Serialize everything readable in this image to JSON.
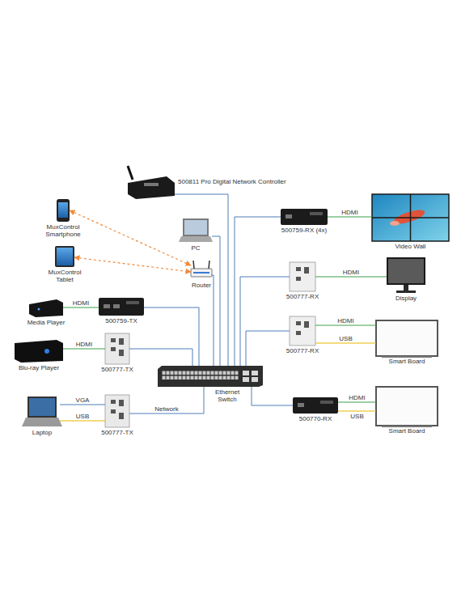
{
  "diagram": {
    "nodes": [
      {
        "text": [
          "500811 Pro Digital Network Controller"
        ]
      },
      {
        "text": [
          "MuxControl Smartphone"
        ]
      },
      {
        "text": [
          "MuxControl Tablet"
        ]
      },
      {
        "text": [
          "PC"
        ]
      },
      {
        "text": [
          "Router"
        ]
      },
      {
        "text": [
          "Media Player"
        ]
      },
      {
        "text": [
          "500759-TX"
        ]
      },
      {
        "text": [
          "Blu-ray Player"
        ]
      },
      {
        "text": [
          "500777-TX"
        ]
      },
      {
        "text": [
          "Laptop"
        ]
      },
      {
        "text": [
          "500777-TX"
        ]
      },
      {
        "text": [
          "Ethernet Switch"
        ]
      },
      {
        "text": [
          "500759-RX (4x)"
        ]
      },
      {
        "text": [
          "Video Wall"
        ]
      },
      {
        "text": [
          "500777-RX"
        ]
      },
      {
        "text": [
          "Display"
        ]
      },
      {
        "text": [
          "500777-RX"
        ]
      },
      {
        "text": [
          "Smart Board"
        ]
      },
      {
        "text": [
          "500770-RX"
        ]
      },
      {
        "text": [
          "Smart Board"
        ]
      }
    ],
    "edges": [
      {
        "from": 0,
        "to": 11,
        "arrow": "none"
      },
      {
        "from": 3,
        "to": 11,
        "arrow": "none"
      },
      {
        "from": 4,
        "to": 11,
        "arrow": "none"
      },
      {
        "from": 1,
        "to": 4,
        "arrow": "both"
      },
      {
        "from": 2,
        "to": 4,
        "arrow": "both"
      },
      {
        "from": 5,
        "to": 6,
        "label": "HDMI",
        "arrow": "none"
      },
      {
        "from": 6,
        "to": 11,
        "arrow": "none"
      },
      {
        "from": 7,
        "to": 8,
        "label": "HDMI",
        "arrow": "none"
      },
      {
        "from": 8,
        "to": 11,
        "arrow": "none"
      },
      {
        "from": 9,
        "to": 10,
        "label": "VGA",
        "arrow": "none"
      },
      {
        "from": 9,
        "to": 10,
        "label": "USB",
        "arrow": "none"
      },
      {
        "from": 10,
        "to": 11,
        "label": "Network",
        "arrow": "none"
      },
      {
        "from": 11,
        "to": 12,
        "arrow": "none"
      },
      {
        "from": 12,
        "to": 13,
        "label": "HDMI",
        "arrow": "none"
      },
      {
        "from": 11,
        "to": 14,
        "arrow": "none"
      },
      {
        "from": 14,
        "to": 15,
        "label": "HDMI",
        "arrow": "none"
      },
      {
        "from": 11,
        "to": 16,
        "arrow": "none"
      },
      {
        "from": 16,
        "to": 17,
        "label": "HDMI",
        "arrow": "none"
      },
      {
        "from": 16,
        "to": 17,
        "label": "USB",
        "arrow": "none"
      },
      {
        "from": 11,
        "to": 18,
        "arrow": "none"
      },
      {
        "from": 18,
        "to": 19,
        "label": "HDMI",
        "arrow": "none"
      },
      {
        "from": 18,
        "to": 19,
        "label": "USB",
        "arrow": "none"
      }
    ]
  }
}
